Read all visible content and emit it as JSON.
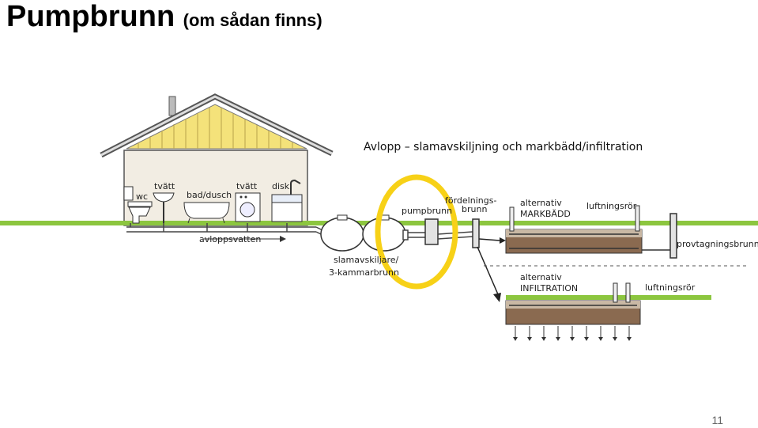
{
  "slide": {
    "title": "Pumpbrunn",
    "subtitle": "(om sådan finns)",
    "page_number": "11"
  },
  "diagram": {
    "heading": "Avlopp – slamavskiljning och markbädd/infiltration",
    "labels": {
      "wc": "wc",
      "tvatt_sink": "tvätt",
      "bad_dusch": "bad/dusch",
      "tvatt_machine": "tvätt",
      "disk": "disk",
      "avloppsvatten": "avloppsvatten",
      "slamavskiljare_1": "slamavskiljare/",
      "slamavskiljare_2": "3-kammarbrunn",
      "pumpbrunn": "pumpbrunn",
      "fordelning_1": "fördelnings-",
      "fordelning_2": "brunn",
      "markbadd_1": "alternativ",
      "markbadd_2": "MARKBÄDD",
      "luftningsror_top": "luftningsrör",
      "provtagningsbrunn": "provtagningsbrunn",
      "infiltration_1": "alternativ",
      "infiltration_2": "INFILTRATION",
      "luftningsror_bottom": "luftningsrör"
    },
    "colors": {
      "ground": "#8cc63f",
      "roof": "#f4e27a",
      "house_wall": "#f2ede3",
      "highlight_ring": "#f7d117",
      "gravel": "#8a6a50"
    }
  }
}
